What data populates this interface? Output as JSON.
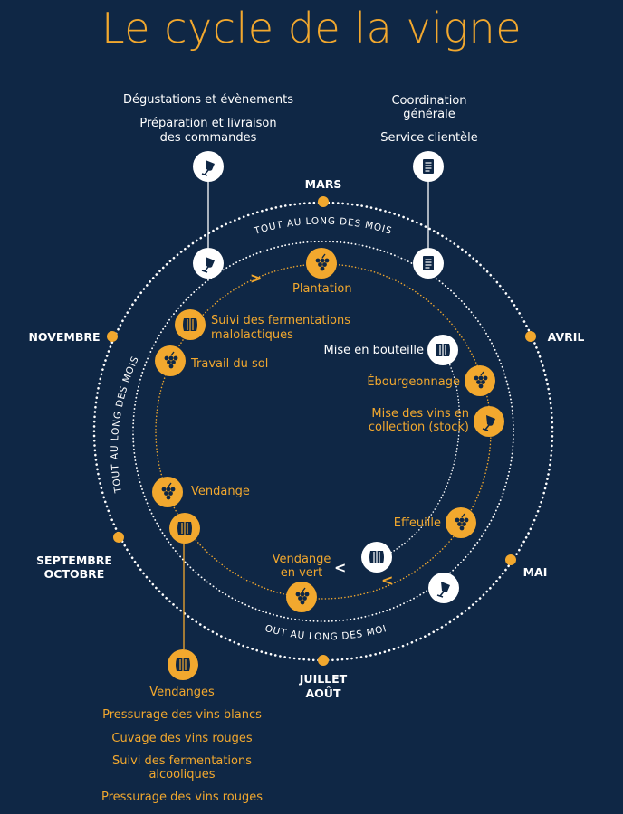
{
  "title": "Le cycle de la vigne",
  "months": {
    "mars": "MARS",
    "avril": "AVRIL",
    "mai": "MAI",
    "juillet": "JUILLET",
    "aout": "AOÛT",
    "septembre": "SEPTEMBRE",
    "octobre": "OCTOBRE",
    "novembre": "NOVEMBRE"
  },
  "ring_label": "TOUT AU LONG DES MOIS",
  "top_left": {
    "line1": "Dégustations et évènements",
    "line2": "Préparation et livraison",
    "line3": "des commandes"
  },
  "top_right": {
    "line1": "Coordination",
    "line2": "générale",
    "line3": "Service clientèle"
  },
  "inner_labels": {
    "plantation": "Plantation",
    "malo_1": "Suivi des fermentations",
    "malo_2": "malolactiques",
    "travail_sol": "Travail du sol",
    "mise_bouteille": "Mise en bouteille",
    "ebourgeonnage": "Ébourgeonnage",
    "collection_1": "Mise des vins en",
    "collection_2": "collection (stock)",
    "effeuille": "Effeuille",
    "vendange_vert_1": "Vendange",
    "vendange_vert_2": "en vert",
    "vendange": "Vendange"
  },
  "bottom_list": [
    "Vendanges",
    "Pressurage des vins blancs",
    "Cuvage des vins rouges",
    "Suivi des fermentations",
    "alcooliques",
    "Pressurage des vins rouges"
  ],
  "colors": {
    "background": "#0f2745",
    "accent": "#f2a82e",
    "text": "#ffffff"
  },
  "icons": {
    "grapes": "grapes-icon",
    "barrel": "barrel-icon",
    "wine_glass": "wine-glass-icon",
    "document": "document-icon"
  }
}
